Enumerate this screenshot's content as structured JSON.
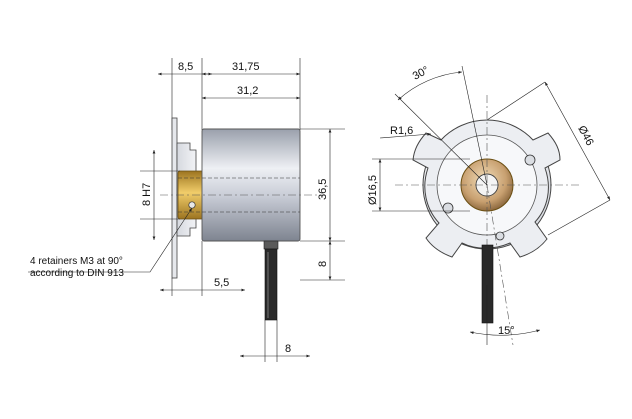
{
  "dimensions": {
    "flange_thickness": "8,5",
    "overall_length": "31,75",
    "body_length": "31,2",
    "bore_fit": "8 H7",
    "body_diameter": "36,5",
    "cable_offset": "8",
    "cable_axial": "5,5",
    "cable_width": "8",
    "corner_radius": "R1,6",
    "slot_angle": "30°",
    "outer_diameter": "Ø46",
    "hub_diameter": "Ø16,5",
    "cable_angle": "15°"
  },
  "note": {
    "line1": "4 retainers M3 at 90°",
    "line2": "according to DIN 913"
  },
  "colors": {
    "body": "#c8ccd6",
    "brass": "#d2a53c",
    "hub": "#c8a070",
    "cable": "#2a2a2a"
  }
}
